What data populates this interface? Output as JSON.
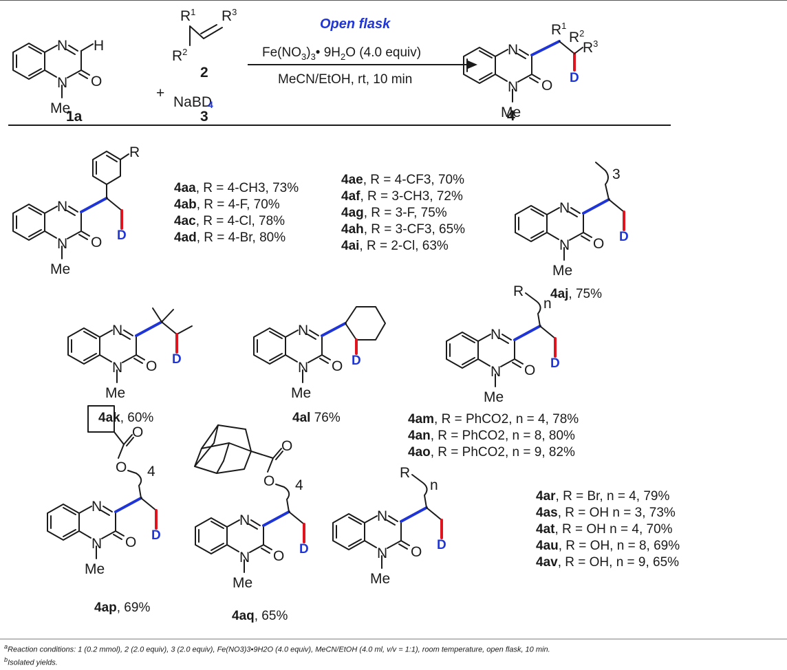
{
  "reaction": {
    "label_1a": "1a",
    "label_2": "2",
    "label_3": "3",
    "label_4": "4",
    "reagent_3": "NaBD",
    "reagent_3_sub": "4",
    "plus": "+",
    "condition_title": "Open flask",
    "condition_line1": "Fe(NO3)3• 9H2O (4.0 equiv)",
    "condition_line2": "MeCN/EtOH, rt, 10 min",
    "atom_labels": [
      "N",
      "H",
      "O",
      "Me",
      "R1",
      "R2",
      "R3",
      "D"
    ]
  },
  "products": {
    "group_a": [
      "4aa, R = 4-CH3, 73%",
      "4ab, R = 4-F, 70%",
      "4ac, R = 4-Cl, 78%",
      "4ad, R = 4-Br, 80%"
    ],
    "group_b": [
      "4ae, R = 4-CF3, 70%",
      "4af, R = 3-CH3, 72%",
      "4ag, R = 3-F, 75%",
      "4ah, R = 3-CF3, 65%",
      "4ai, R = 2-Cl, 63%"
    ],
    "aj": "4aj, 75%",
    "ak": "4ak, 60%",
    "al": "4al 76%",
    "group_am": [
      "4am, R = PhCO2, n = 4, 78%",
      "4an, R = PhCO2, n = 8, 80%",
      "4ao, R = PhCO2, n = 9, 82%"
    ],
    "ap": "4ap, 69%",
    "aq": "4aq, 65%",
    "group_ar": [
      "4ar, R = Br, n = 4, 79%",
      "4as, R = OH n = 3, 73%",
      "4at, R = OH n = 4, 70%",
      "4au, R = OH, n = 8, 69%",
      "4av, R = OH, n = 9, 65%"
    ]
  },
  "footnotes": {
    "a_mark": "a",
    "a_text": "Reaction conditions: 1 (0.2 mmol), 2 (2.0 equiv), 3 (2.0 equiv), Fe(NO3)3•9H2O (4.0 equiv), MeCN/EtOH (4.0 ml, v/v = 1:1), room temperature, open flask, 10 min.",
    "b_mark": "b",
    "b_text": "Isolated yields."
  },
  "colors": {
    "bond_blue": "#1f35d6",
    "bond_red": "#e0141e",
    "ink": "#1a1a1a"
  }
}
